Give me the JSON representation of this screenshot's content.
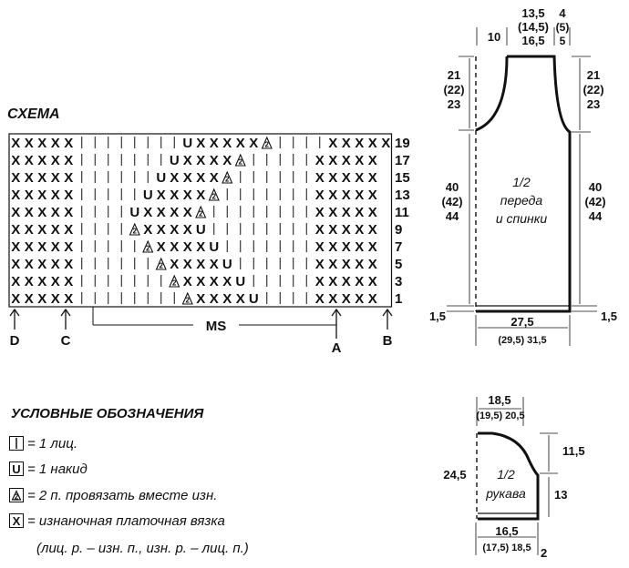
{
  "schema": {
    "title": "СХЕМА",
    "row_numbers": [
      "19",
      "17",
      "15",
      "13",
      "11",
      "9",
      "7",
      "5",
      "3",
      "1"
    ],
    "rows": [
      "XXXXX||||||||UXXXXXA||||XXXXX",
      "XXXXX|||||||UXXXXA|||||XXXXX",
      "XXXXX||||||UXXXXA||||||XXXXX",
      "XXXXX|||||UXXXXA|||||||XXXXX",
      "XXXXX||||UXXXXA||||||||XXXXX",
      "XXXXX||||AXXXXU||||||||XXXXX",
      "XXXXX|||||AXXXXU|||||||XXXXX",
      "XXXXX||||||AXXXXU||||||XXXXX",
      "XXXXX|||||||AXXXXU|||||XXXXX",
      "XXXXX||||||||AXXXXU||||XXXXX"
    ],
    "markers": {
      "d": "D",
      "c": "C",
      "a": "A",
      "b": "B",
      "ms": "MS"
    }
  },
  "legend": {
    "title": "УСЛОВНЫЕ ОБОЗНАЧЕНИЯ",
    "items": [
      {
        "symbol": "|",
        "icon": "knit-stitch-icon",
        "text": "= 1 лиц."
      },
      {
        "symbol": "U",
        "icon": "yarn-over-icon",
        "text": "= 1 накид"
      },
      {
        "symbol": "A",
        "icon": "purl-two-together-icon",
        "text": "= 2 п. провязать вместе изн."
      },
      {
        "symbol": "X",
        "icon": "garter-stitch-icon",
        "text": "= изнаночная платочная вязка"
      }
    ],
    "note": "(лиц. р. – изн. п., изн. р. – лиц. п.)"
  },
  "body_pattern": {
    "top_a": "13,5",
    "top_b": "(14,5)",
    "top_c": "16,5",
    "strap_a": "4",
    "strap_b": "(5)",
    "strap_c": "5",
    "neck": "10",
    "arm_l_a": "21",
    "arm_l_b": "(22)",
    "arm_l_c": "23",
    "arm_r_a": "21",
    "arm_r_b": "(22)",
    "arm_r_c": "23",
    "side_l_a": "40",
    "side_l_b": "(42)",
    "side_l_c": "44",
    "side_r_a": "40",
    "side_r_b": "(42)",
    "side_r_c": "44",
    "label_1": "1/2",
    "label_2": "переда",
    "label_3": "и спинки",
    "hem_l": "1,5",
    "hem_r": "1,5",
    "bottom_a": "27,5",
    "bottom_b": "(29,5) 31,5"
  },
  "sleeve_pattern": {
    "top_a": "18,5",
    "top_b": "(19,5) 20,5",
    "left": "24,5",
    "cap": "11,5",
    "side": "13",
    "label_1": "1/2",
    "label_2": "рукава",
    "bottom_a": "16,5",
    "bottom_b": "(17,5) 18,5",
    "cuff": "2"
  }
}
